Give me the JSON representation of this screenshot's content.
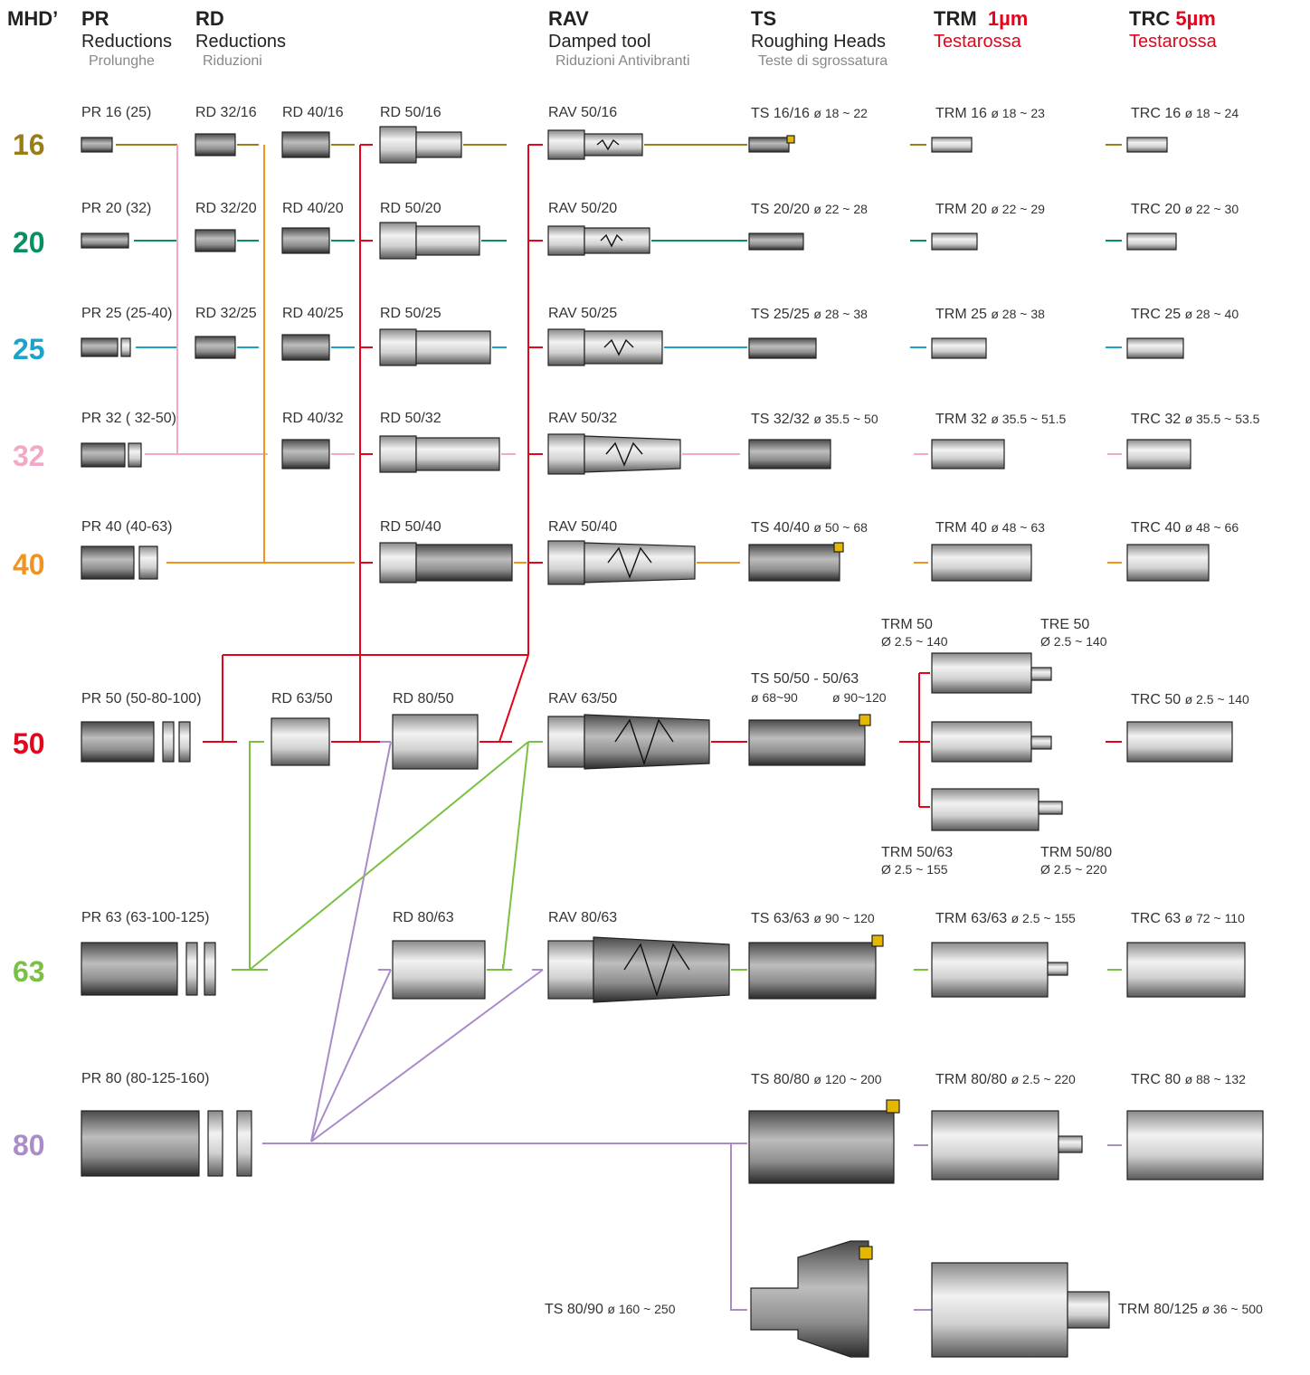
{
  "colors": {
    "s16": "#9a7d16",
    "s20": "#069060",
    "s25": "#1ba3c9",
    "s32": "#f3a8c8",
    "s40": "#f2931f",
    "s50": "#e3051b",
    "s63": "#7ac143",
    "s80": "#a98cc8",
    "title_red": "#e3051b"
  },
  "header": {
    "mhd": "MHD’",
    "pr": {
      "code": "PR",
      "en": "Reductions",
      "it": "Prolunghe"
    },
    "rd": {
      "code": "RD",
      "en": "Reductions",
      "it": "Riduzioni"
    },
    "rav": {
      "code": "RAV",
      "en": "Damped tool",
      "it": "Riduzioni Antivibranti"
    },
    "ts": {
      "code": "TS",
      "en": "Roughing Heads",
      "it": "Teste di sgrossatura"
    },
    "trm": {
      "code": "TRM",
      "tol": "1µm",
      "brand": "Testarossa"
    },
    "trc": {
      "code": "TRC",
      "tol": "5µm",
      "brand": "Testarossa"
    }
  },
  "sizes": [
    "16",
    "20",
    "25",
    "32",
    "40",
    "50",
    "63",
    "80"
  ],
  "labels": {
    "pr16": "PR 16 (25)",
    "pr20": "PR 20 (32)",
    "pr25": "PR 25 (25-40)",
    "pr32": "PR 32 ( 32-50)",
    "pr40": "PR 40 (40-63)",
    "pr50": "PR 50 (50-80-100)",
    "pr63": "PR 63 (63-100-125)",
    "pr80": "PR 80 (80-125-160)",
    "rd3216": "RD 32/16",
    "rd3220": "RD 32/20",
    "rd3225": "RD 32/25",
    "rd4016": "RD 40/16",
    "rd4020": "RD 40/20",
    "rd4025": "RD 40/25",
    "rd4032": "RD 40/32",
    "rd5016": "RD 50/16",
    "rd5020": "RD 50/20",
    "rd5025": "RD 50/25",
    "rd5032": "RD 50/32",
    "rd5040": "RD 50/40",
    "rd6350": "RD 63/50",
    "rd8050": "RD 80/50",
    "rd8063": "RD 80/63",
    "rav5016": "RAV 50/16",
    "rav5020": "RAV 50/20",
    "rav5025": "RAV 50/25",
    "rav5032": "RAV 50/32",
    "rav5040": "RAV 50/40",
    "rav6350": "RAV 63/50",
    "rav8063": "RAV 80/63",
    "ts16": "TS 16/16",
    "ts16r": "ø 18 ~ 22",
    "ts20": "TS 20/20",
    "ts20r": "ø 22 ~ 28",
    "ts25": "TS 25/25",
    "ts25r": "ø 28 ~ 38",
    "ts32": "TS 32/32",
    "ts32r": "ø 35.5 ~ 50",
    "ts40": "TS 40/40",
    "ts40r": "ø 50 ~ 68",
    "ts50": "TS 50/50 - 50/63",
    "ts50r1": "ø 68~90",
    "ts50r2": "ø 90~120",
    "ts63": "TS 63/63",
    "ts63r": "ø 90 ~ 120",
    "ts80": "TS 80/80",
    "ts80r": "ø 120 ~ 200",
    "ts8090": "TS 80/90",
    "ts8090r": "ø 160 ~ 250",
    "trm16": "TRM 16",
    "trm16r": "ø 18 ~ 23",
    "trm20": "TRM 20",
    "trm20r": "ø 22 ~ 29",
    "trm25": "TRM 25",
    "trm25r": "ø 28 ~ 38",
    "trm32": "TRM 32",
    "trm32r": "ø 35.5 ~ 51.5",
    "trm40": "TRM 40",
    "trm40r": "ø 48 ~ 63",
    "trm50": "TRM 50",
    "trm50r": "Ø 2.5 ~ 140",
    "tre50": "TRE 50",
    "tre50r": "Ø 2.5 ~ 140",
    "trm5063": "TRM 50/63",
    "trm5063r": "Ø 2.5 ~ 155",
    "trm5080": "TRM 50/80",
    "trm5080r": "Ø 2.5 ~ 220",
    "trm6363": "TRM 63/63",
    "trm6363r": "ø 2.5 ~ 155",
    "trm8080": "TRM 80/80",
    "trm8080r": "ø 2.5 ~ 220",
    "trm80125": "TRM 80/125",
    "trm80125r": "ø 36 ~ 500",
    "trc16": "TRC 16",
    "trc16r": "ø 18 ~ 24",
    "trc20": "TRC 20",
    "trc20r": "ø 22 ~ 30",
    "trc25": "TRC 25",
    "trc25r": "ø 28 ~ 40",
    "trc32": "TRC 32",
    "trc32r": "ø 35.5 ~ 53.5",
    "trc40": "TRC 40",
    "trc40r": "ø 48 ~ 66",
    "trc50": "TRC 50",
    "trc50r": "ø 2.5 ~ 140",
    "trc63": "TRC 63",
    "trc63r": "ø 72 ~ 110",
    "trc80": "TRC 80",
    "trc80r": "ø 88 ~ 132"
  }
}
